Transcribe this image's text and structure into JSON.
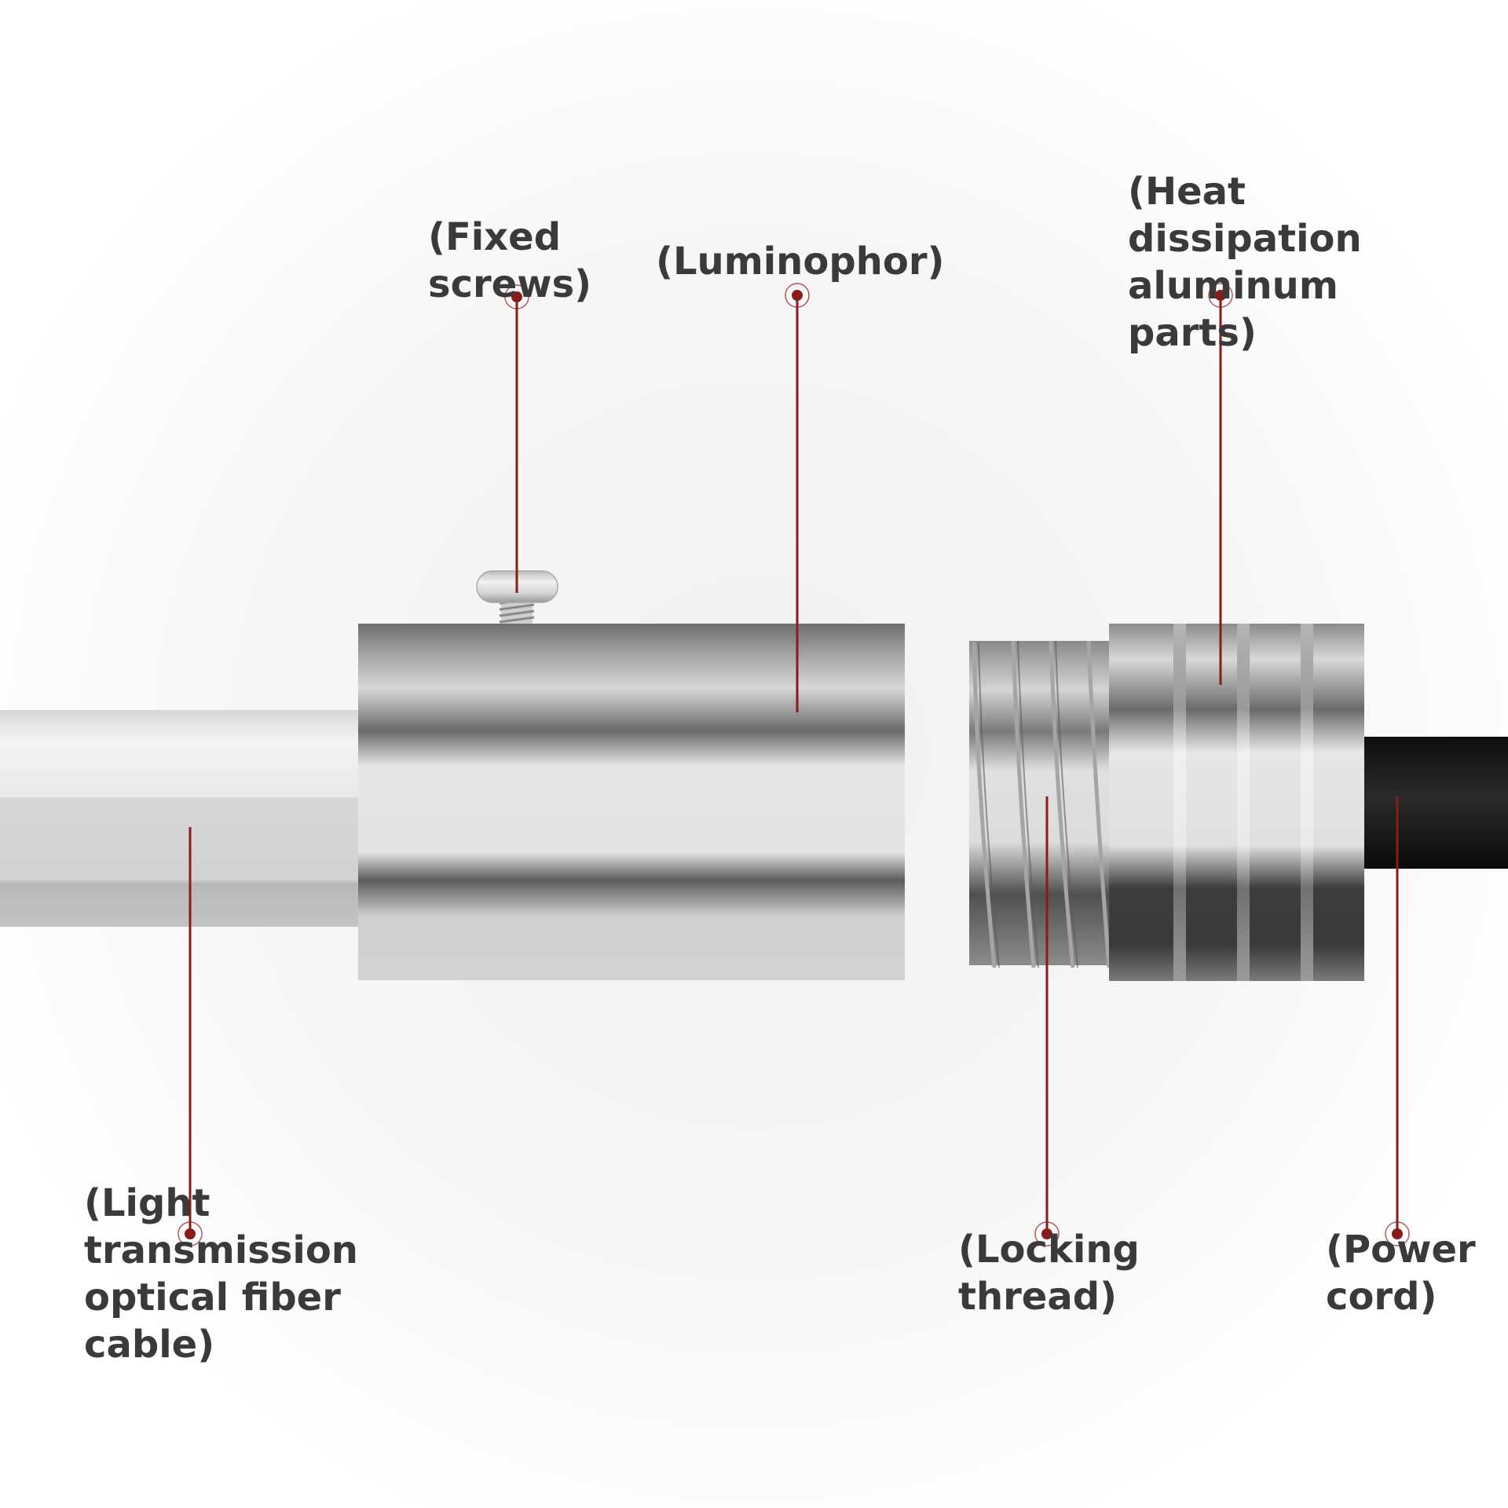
{
  "colors": {
    "label_text": "#3a3a3a",
    "leader_line": "#8b1a1a",
    "cord": "#151515",
    "metal_light": "#e6e6e6",
    "metal_dark": "#5a5a5a"
  },
  "labels": {
    "fixed_screws": "(Fixed\nscrews)",
    "luminophor": "(Luminophor)",
    "heat_dissipation": "(Heat\ndissipation\naluminum\nparts)",
    "light_fiber": "(Light\ntransmission\noptical fiber\ncable)",
    "locking_thread": "(Locking\nthread)",
    "power_cord": "(Power\ncord)"
  }
}
